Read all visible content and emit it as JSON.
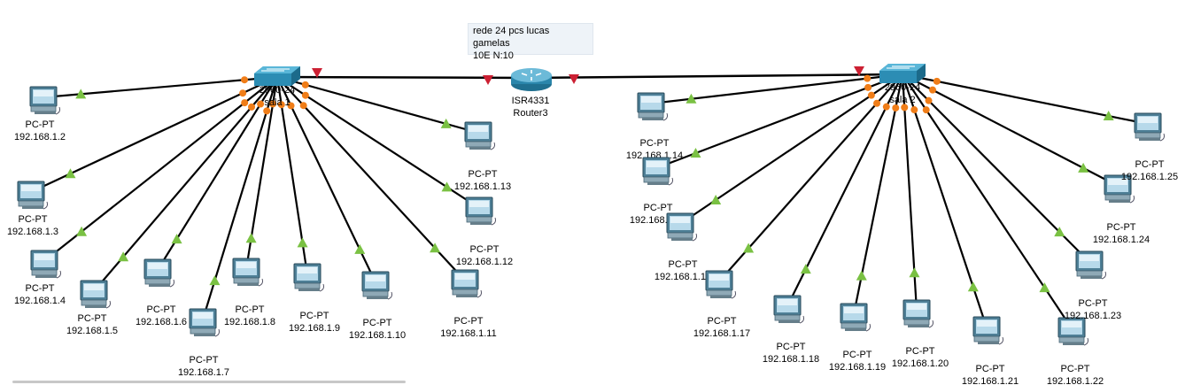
{
  "note": {
    "line1": "rede 24 pcs lucas gamelas",
    "line2": "10E N:10"
  },
  "router": {
    "model": "ISR4331",
    "name": "Router3"
  },
  "switches": [
    {
      "id": "sw1",
      "model": "2960-24",
      "name": "sala 1"
    },
    {
      "id": "sw2",
      "model": "2960-24",
      "name": "sala 2"
    }
  ],
  "pcs": [
    {
      "type": "PC-PT",
      "ip": "192.168.1.2",
      "sw": "sw1"
    },
    {
      "type": "PC-PT",
      "ip": "192.168.1.3",
      "sw": "sw1"
    },
    {
      "type": "PC-PT",
      "ip": "192.168.1.4",
      "sw": "sw1"
    },
    {
      "type": "PC-PT",
      "ip": "192.168.1.5",
      "sw": "sw1"
    },
    {
      "type": "PC-PT",
      "ip": "192.168.1.6",
      "sw": "sw1"
    },
    {
      "type": "PC-PT",
      "ip": "192.168.1.7",
      "sw": "sw1"
    },
    {
      "type": "PC-PT",
      "ip": "192.168.1.8",
      "sw": "sw1"
    },
    {
      "type": "PC-PT",
      "ip": "192.168.1.9",
      "sw": "sw1"
    },
    {
      "type": "PC-PT",
      "ip": "192.168.1.10",
      "sw": "sw1"
    },
    {
      "type": "PC-PT",
      "ip": "192.168.1.11",
      "sw": "sw1"
    },
    {
      "type": "PC-PT",
      "ip": "192.168.1.12",
      "sw": "sw1"
    },
    {
      "type": "PC-PT",
      "ip": "192.168.1.13",
      "sw": "sw1"
    },
    {
      "type": "PC-PT",
      "ip": "192.168.1.14",
      "sw": "sw2"
    },
    {
      "type": "PC-PT",
      "ip": "192.168.1.15",
      "sw": "sw2"
    },
    {
      "type": "PC-PT",
      "ip": "192.168.1.16",
      "sw": "sw2"
    },
    {
      "type": "PC-PT",
      "ip": "192.168.1.17",
      "sw": "sw2"
    },
    {
      "type": "PC-PT",
      "ip": "192.168.1.18",
      "sw": "sw2"
    },
    {
      "type": "PC-PT",
      "ip": "192.168.1.19",
      "sw": "sw2"
    },
    {
      "type": "PC-PT",
      "ip": "192.168.1.20",
      "sw": "sw2"
    },
    {
      "type": "PC-PT",
      "ip": "192.168.1.21",
      "sw": "sw2"
    },
    {
      "type": "PC-PT",
      "ip": "192.168.1.22",
      "sw": "sw2"
    },
    {
      "type": "PC-PT",
      "ip": "192.168.1.23",
      "sw": "sw2"
    },
    {
      "type": "PC-PT",
      "ip": "192.168.1.24",
      "sw": "sw2"
    },
    {
      "type": "PC-PT",
      "ip": "192.168.1.25",
      "sw": "sw2"
    }
  ],
  "colors": {
    "link": "#000000",
    "up": "#7ac143",
    "down": "#cc2033",
    "port": "#f07d18",
    "device": "#2f86a6"
  }
}
